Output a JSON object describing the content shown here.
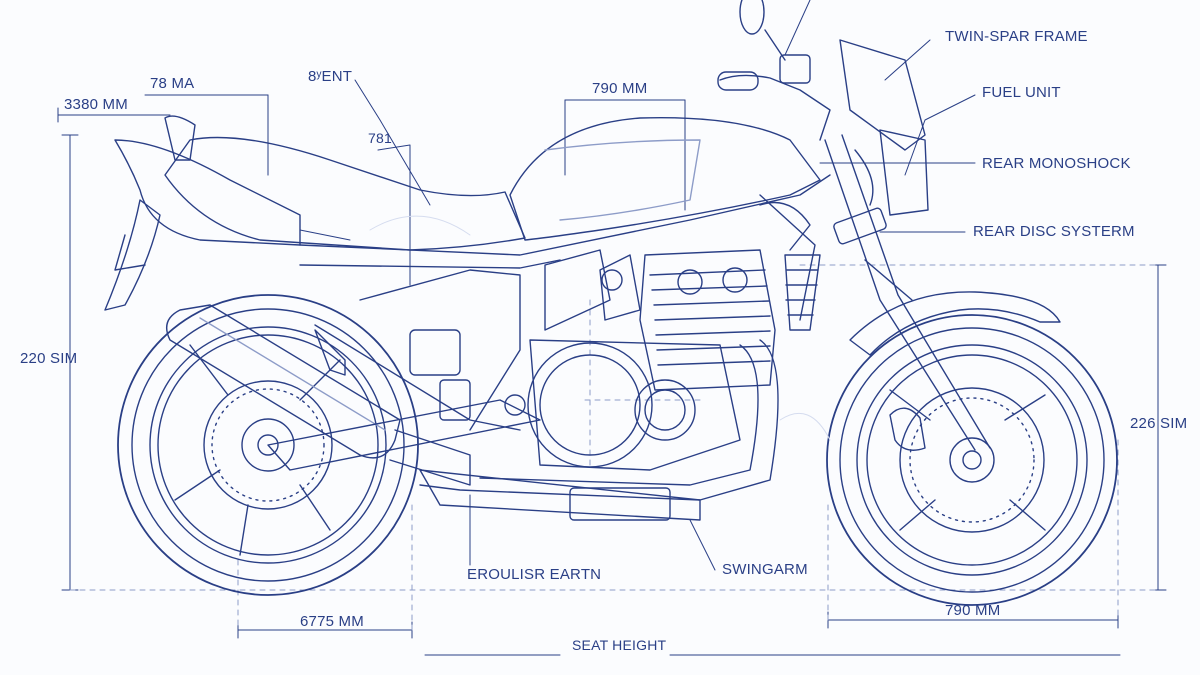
{
  "colors": {
    "ink": "#2a3f86",
    "ink_light": "#8d9cc8",
    "paper": "#fbfcfe"
  },
  "callouts": {
    "twin_spar_frame": "TWIN-SPAR FRAME",
    "fuel_unit": "FUEL UNIT",
    "rear_monoshock": "REAR MONOSHOCK",
    "rear_disc_system": "REAR DISC SYSTERM",
    "swingarm": "SWINGARM",
    "exhaust_label": "EROULISR EARTN",
    "seat_label": "8ʸENT",
    "label_781": "781"
  },
  "dimensions": {
    "overall_length": "3380 MM",
    "top_left": "78 MA",
    "tank_width": "790 MM",
    "left_height": "220 SIM",
    "right_height": "226 SIM",
    "rear_base": "6775 MM",
    "front_base": "790 MM",
    "seat_height": "SEAT HEIGHT"
  }
}
